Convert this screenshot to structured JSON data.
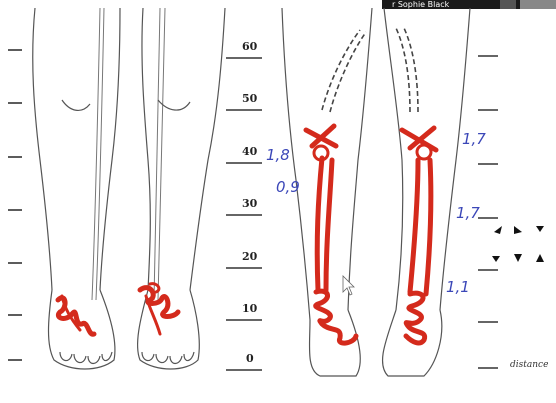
{
  "video_overlay": {
    "caption": "r Sophie Black",
    "bg_color": "#1b1b1b"
  },
  "scale": {
    "labels": [
      "60",
      "50",
      "40",
      "30",
      "20",
      "10",
      "0"
    ]
  },
  "axis_label": "distance",
  "annotations": {
    "left_top": "1,8",
    "left_mid": "0,9",
    "right_top": "1,7",
    "right_mid": "1,7",
    "right_low": "1,1"
  },
  "colors": {
    "marking": "#d42a1c",
    "handwriting": "#3b47b8",
    "drawing": "#555555"
  },
  "icons": {
    "nav_arrows": "arrow-cluster-icon",
    "cursor": "mouse-pointer-icon"
  }
}
